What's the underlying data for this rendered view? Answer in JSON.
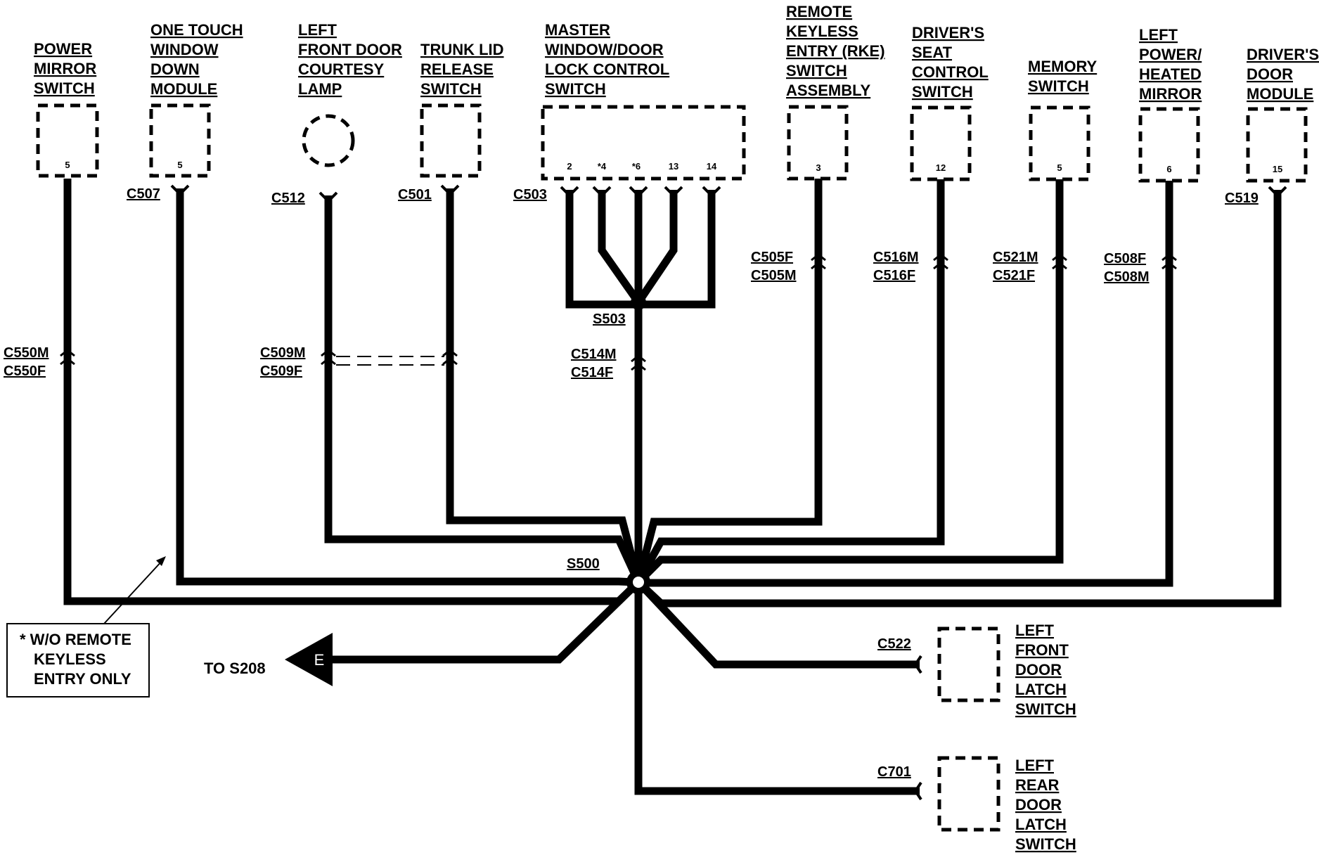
{
  "components": {
    "power_mirror_switch": {
      "lines": [
        "POWER",
        "MIRROR",
        "SWITCH"
      ],
      "pin": "5"
    },
    "one_touch_window": {
      "lines": [
        "ONE TOUCH",
        "WINDOW",
        "DOWN",
        "MODULE"
      ],
      "pin": "5"
    },
    "courtesy_lamp": {
      "lines": [
        "LEFT",
        "FRONT DOOR",
        "COURTESY",
        "LAMP"
      ]
    },
    "trunk_lid_switch": {
      "lines": [
        "TRUNK LID",
        "RELEASE",
        "SWITCH"
      ]
    },
    "master_lock_switch": {
      "lines": [
        "MASTER",
        "WINDOW/DOOR",
        "LOCK CONTROL",
        "SWITCH"
      ],
      "pins": [
        "2",
        "*4",
        "*6",
        "13",
        "14"
      ]
    },
    "rke_switch": {
      "lines": [
        "REMOTE",
        "KEYLESS",
        "ENTRY (RKE)",
        "SWITCH",
        "ASSEMBLY"
      ],
      "pin": "3"
    },
    "seat_control_switch": {
      "lines": [
        "DRIVER'S",
        "SEAT",
        "CONTROL",
        "SWITCH"
      ],
      "pin": "12"
    },
    "memory_switch": {
      "lines": [
        "MEMORY",
        "SWITCH"
      ],
      "pin": "5"
    },
    "heated_mirror": {
      "lines": [
        "LEFT",
        "POWER/",
        "HEATED",
        "MIRROR"
      ],
      "pin": "6"
    },
    "drivers_door_module": {
      "lines": [
        "DRIVER'S",
        "DOOR",
        "MODULE"
      ],
      "pin": "15"
    },
    "front_latch": {
      "lines": [
        "LEFT",
        "FRONT",
        "DOOR",
        "LATCH",
        "SWITCH"
      ]
    },
    "rear_latch": {
      "lines": [
        "LEFT",
        "REAR",
        "DOOR",
        "LATCH",
        "SWITCH"
      ]
    }
  },
  "connectors": {
    "c507": "C507",
    "c512": "C512",
    "c501": "C501",
    "c503": "C503",
    "c519": "C519",
    "c550m": "C550M",
    "c550f": "C550F",
    "c509m": "C509M",
    "c509f": "C509F",
    "c514m": "C514M",
    "c514f": "C514F",
    "c505f": "C505F",
    "c505m": "C505M",
    "c516m": "C516M",
    "c516f": "C516F",
    "c521m": "C521M",
    "c521f": "C521F",
    "c508f": "C508F",
    "c508m": "C508M",
    "c522": "C522",
    "c701": "C701"
  },
  "splices": {
    "s503": "S503",
    "s500": "S500"
  },
  "note": {
    "lines": [
      "* W/O REMOTE",
      "KEYLESS",
      "ENTRY ONLY"
    ]
  },
  "ground": {
    "label": "TO S208",
    "letter": "E"
  }
}
